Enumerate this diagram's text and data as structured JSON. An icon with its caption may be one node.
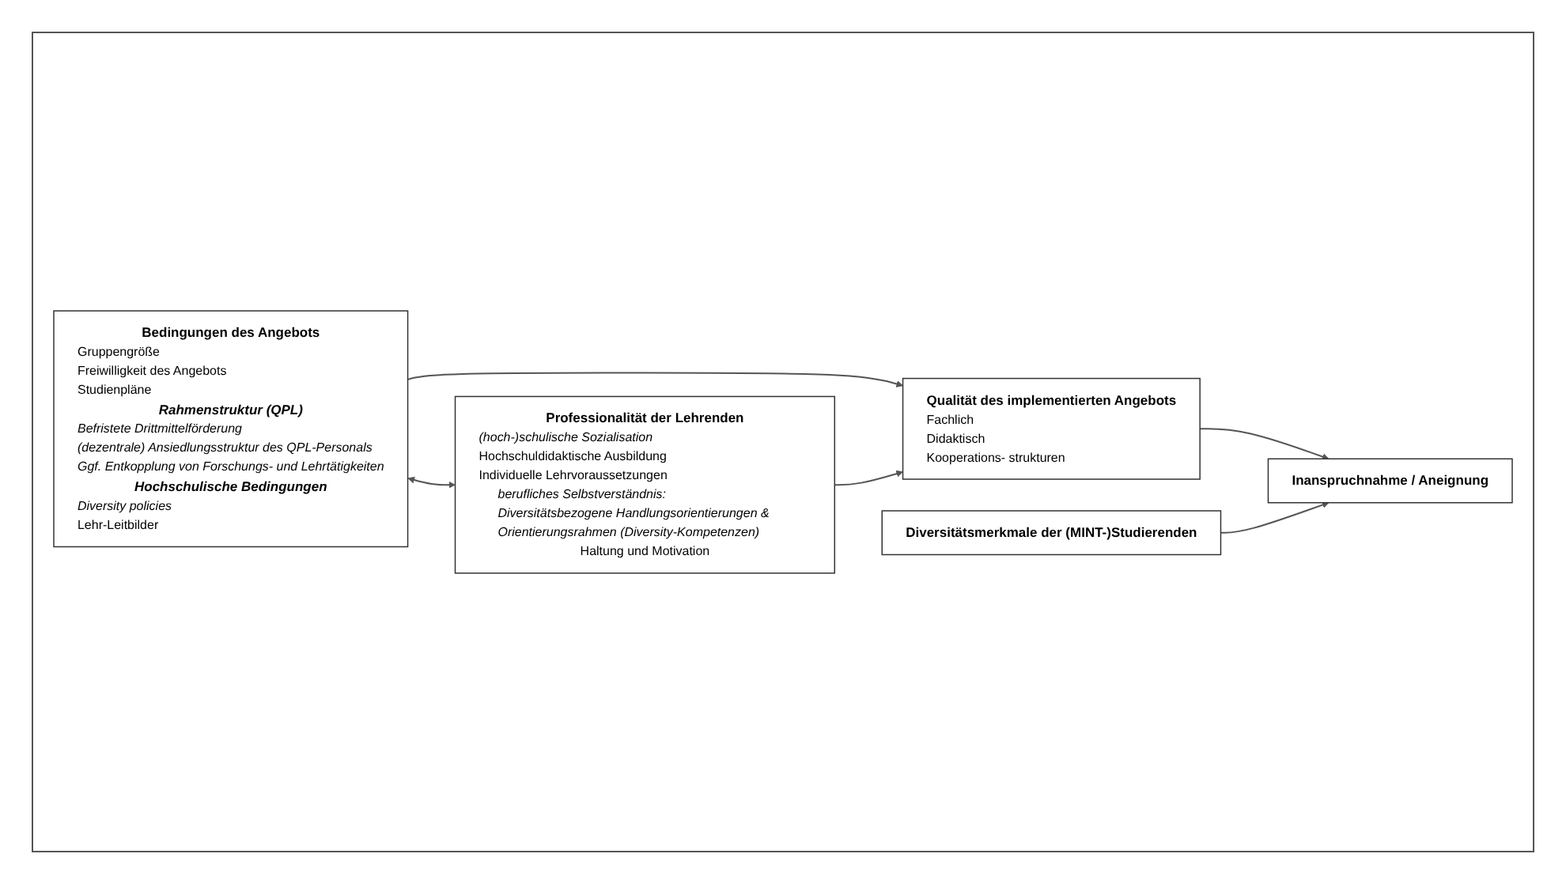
{
  "diagram": {
    "nodes": [
      {
        "text": [
          "Bedingungen des Angebots",
          "Gruppengröße",
          "Freiwilligkeit des Angebots",
          "Studienpläne",
          "Rahmenstruktur (QPL)",
          "Befristete Drittmittelförderung",
          "(dezentrale) Ansiedlungsstruktur des QPL-Personals",
          "Ggf. Entkopplung von Forschungs- und Lehrtätigkeiten",
          "Hochschulische Bedingungen",
          "Diversity policies",
          "Lehr-Leitbilder"
        ]
      },
      {
        "text": [
          "Professionalität der Lehrenden",
          "(hoch-)schulische Sozialisation",
          "Hochschuldidaktische Ausbildung",
          "Individuelle Lehrvoraussetzungen",
          "berufliches Selbstverständnis:",
          "Diversitätsbezogene Handlungsorientierungen & Orientierungsrahmen (Diversity-Kompetenzen)",
          "Haltung und Motivation"
        ]
      },
      {
        "text": [
          "Qualität des implementierten Angebots",
          "Fachlich",
          "Didaktisch",
          "Kooperations- strukturen"
        ]
      },
      {
        "text": [
          "Inanspruchnahme / Aneignung"
        ]
      },
      {
        "text": [
          "Diversitätsmerkmale der (MINT-)Studierenden"
        ]
      }
    ],
    "edges": [
      {
        "from": 0,
        "to": 2,
        "arrow": "to"
      },
      {
        "from": 0,
        "to": 1,
        "arrow": "both"
      },
      {
        "from": 1,
        "to": 2,
        "arrow": "to"
      },
      {
        "from": 2,
        "to": 3,
        "arrow": "to"
      },
      {
        "from": 4,
        "to": 3,
        "arrow": "to"
      }
    ]
  }
}
